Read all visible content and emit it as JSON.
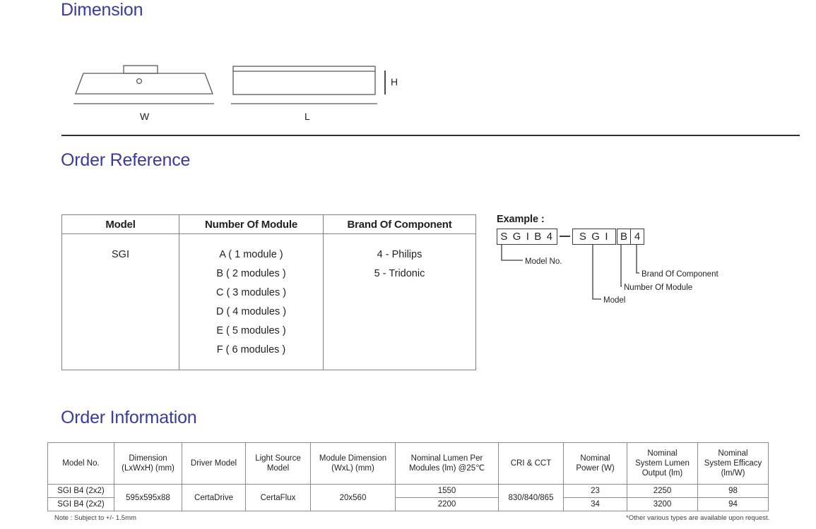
{
  "theme": {
    "heading_color": "#3b3a9e",
    "text_color": "#231f20",
    "table_border": "#808080",
    "drawing_stroke": "#58595b"
  },
  "sections": {
    "dimension": {
      "heading": "Dimension",
      "labels": {
        "width": "W",
        "length": "L",
        "height": "H"
      }
    },
    "order_reference": {
      "heading": "Order Reference",
      "table": {
        "headers": [
          "Model",
          "Number Of Module",
          "Brand Of Component"
        ],
        "model": [
          "SGI"
        ],
        "number_of_module": [
          "A ( 1 module )",
          "B ( 2 modules )",
          "C ( 3 modules )",
          "D ( 4 modules )",
          "E ( 5 modules )",
          "F ( 6 modules )"
        ],
        "brand_of_component": [
          "4 - Philips",
          "5 - Tridonic"
        ]
      },
      "example": {
        "title": "Example :",
        "model_no": "S G I  B 4",
        "model": "S G I",
        "number_of_module": "B",
        "brand_of_component": "4",
        "separator": "—",
        "callouts": {
          "model_no": "Model No.",
          "model": "Model",
          "number_of_module": "Number Of Module",
          "brand_of_component": "Brand Of Component"
        }
      }
    },
    "order_information": {
      "heading": "Order Information",
      "table": {
        "headers": [
          "Model No.",
          "Dimension\n(LxWxH) (mm)",
          "Driver Model",
          "Light Source\nModel",
          "Module Dimension\n(WxL) (mm)",
          "Nominal Lumen Per\nModules (lm) @25℃",
          "CRI & CCT",
          "Nominal\nPower (W)",
          "Nominal\nSystem Lumen\nOutput (lm)",
          "Nominal\nSystem Efficacy\n(lm/W)"
        ],
        "headers_lines": [
          [
            "Model No."
          ],
          [
            "Dimension",
            "(LxWxH) (mm)"
          ],
          [
            "Driver Model"
          ],
          [
            "Light Source",
            "Model"
          ],
          [
            "Module Dimension",
            "(WxL) (mm)"
          ],
          [
            "Nominal Lumen Per",
            "Modules (lm) @25℃"
          ],
          [
            "CRI & CCT"
          ],
          [
            "Nominal",
            "Power (W)"
          ],
          [
            "Nominal",
            "System Lumen",
            "Output (lm)"
          ],
          [
            "Nominal",
            "System Efficacy",
            "(lm/W)"
          ]
        ],
        "rows": [
          {
            "model_no": "SGI B4 (2x2)",
            "dimension": "595x595x88",
            "driver_model": "CertaDrive",
            "light_source_model": "CertaFlux",
            "module_dimension": "20x560",
            "nominal_lumen_per_module": "1550",
            "cri_cct": "830/840/865",
            "nominal_power": "23",
            "nominal_system_lumen_output": "2250",
            "nominal_system_efficacy": "98"
          },
          {
            "model_no": "SGI B4 (2x2)",
            "nominal_lumen_per_module": "2200",
            "nominal_power": "34",
            "nominal_system_lumen_output": "3200",
            "nominal_system_efficacy": "94"
          }
        ]
      },
      "notes": {
        "left": "Note : Subject to +/- 1.5mm",
        "right": "*Other various types are available upon request."
      }
    }
  }
}
